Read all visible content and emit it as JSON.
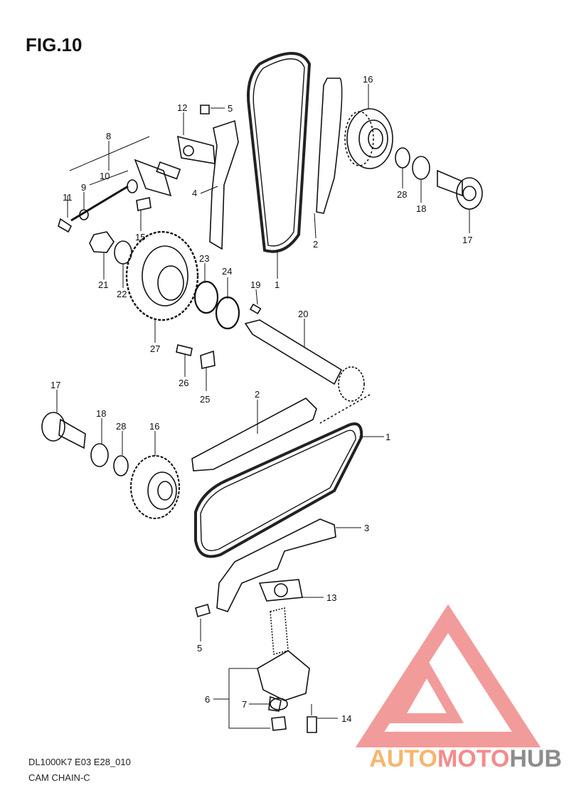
{
  "figure": {
    "title": "FIG.10"
  },
  "footer": {
    "model_code": "DL1000K7 E03 E28_010",
    "caption": "CAM CHAIN-C"
  },
  "watermark": {
    "part1": "AUTO",
    "part2": "MOTO",
    "part3": "HUB",
    "colors": {
      "triangle": "#f08a8a",
      "auto": "#f6b66e",
      "moto": "#f58b8b",
      "hub": "#8c8c8c"
    }
  },
  "callouts": {
    "c1a": "1",
    "c2a": "2",
    "c5a": "5",
    "c16a": "16",
    "c12": "12",
    "c8": "8",
    "c10": "10",
    "c9": "9",
    "c11": "11",
    "c4": "4",
    "c15": "15",
    "c28a": "28",
    "c18a": "18",
    "c17a": "17",
    "c23": "23",
    "c24": "24",
    "c19": "19",
    "c21": "21",
    "c22": "22",
    "c20": "20",
    "c27": "27",
    "c26": "26",
    "c25": "25",
    "c17b": "17",
    "c18b": "18",
    "c28b": "28",
    "c16b": "16",
    "c2b": "2",
    "c1b": "1",
    "c3": "3",
    "c13": "13",
    "c5b": "5",
    "c6": "6",
    "c7": "7",
    "c14": "14"
  }
}
